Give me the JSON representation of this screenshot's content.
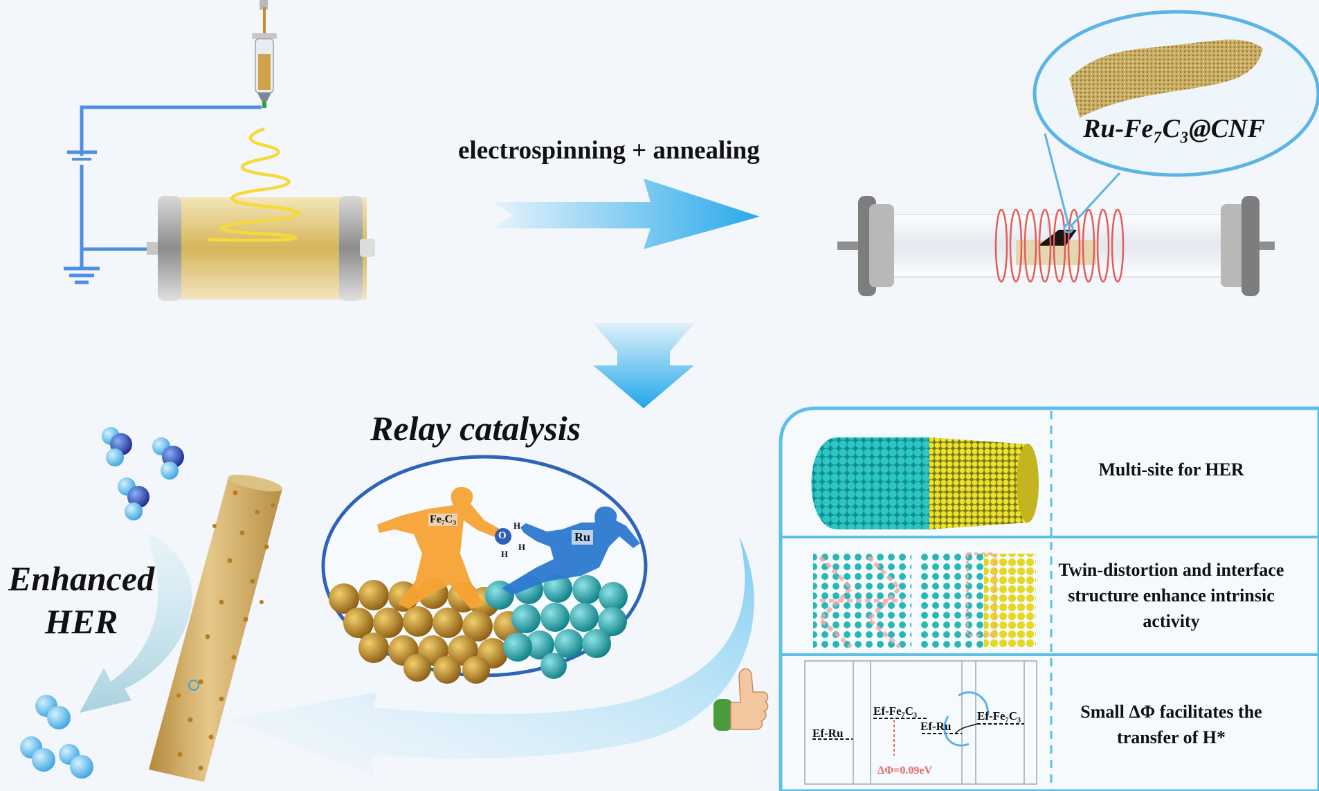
{
  "process": {
    "step_label": "electrospinning + annealing",
    "product_label": "Ru-Fe₇C₃@CNF"
  },
  "relay": {
    "title": "Relay catalysis",
    "runner_left_label": "Fe₇C₃",
    "runner_right_label": "Ru",
    "water_o": "O",
    "water_h": "H"
  },
  "result": {
    "enhanced_her": "Enhanced HER"
  },
  "features": [
    {
      "text": "Multi-site for HER"
    },
    {
      "text": "Twin-distortion and interface structure enhance intrinsic activity"
    },
    {
      "text": "Small ΔΦ facilitates the transfer of H*"
    }
  ],
  "energy_diagram": {
    "ef_ru": "Ef-Ru",
    "ef_fe7c3_a": "Ef-Fe₇C₃",
    "ef_ru_b": "Ef-Ru",
    "ef_fe7c3_b": "Ef-Fe₇C₃",
    "delta_phi": "ΔΦ=0.09eV"
  },
  "colors": {
    "accent_blue": "#5ab4e5",
    "arrow_blue": "#3fb0ec",
    "panel_border": "#5cc0e6",
    "ru_teal": "#1fb3ad",
    "fe_yellow": "#e6d21f",
    "fiber_tan": "#c9a860"
  }
}
